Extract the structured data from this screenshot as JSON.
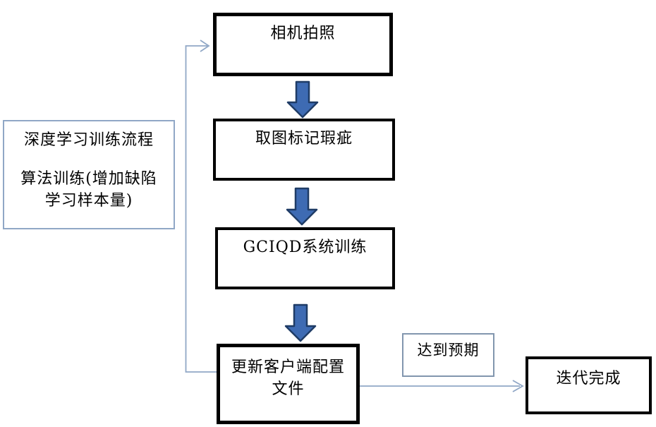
{
  "diagram": {
    "title_note": {
      "line1": "深度学习训练流程",
      "line2": "算法训练(增加缺陷",
      "line3": "学习样本量)"
    },
    "nodes": {
      "camera": "相机拍照",
      "mark_defects": "取图标记瑕疵",
      "system_training": "GCIQD系统训练",
      "update_config_line1": "更新客户端配置",
      "update_config_line2": "文件",
      "expected": "达到预期",
      "iteration_done": "迭代完成"
    },
    "colors": {
      "arrow_fill": "#3e6bb3",
      "arrow_stroke": "#1f3c66",
      "connector": "#90a7c6",
      "note_border": "#90a7c6",
      "expected_border": "#8296ae",
      "box_border": "#000000"
    }
  }
}
